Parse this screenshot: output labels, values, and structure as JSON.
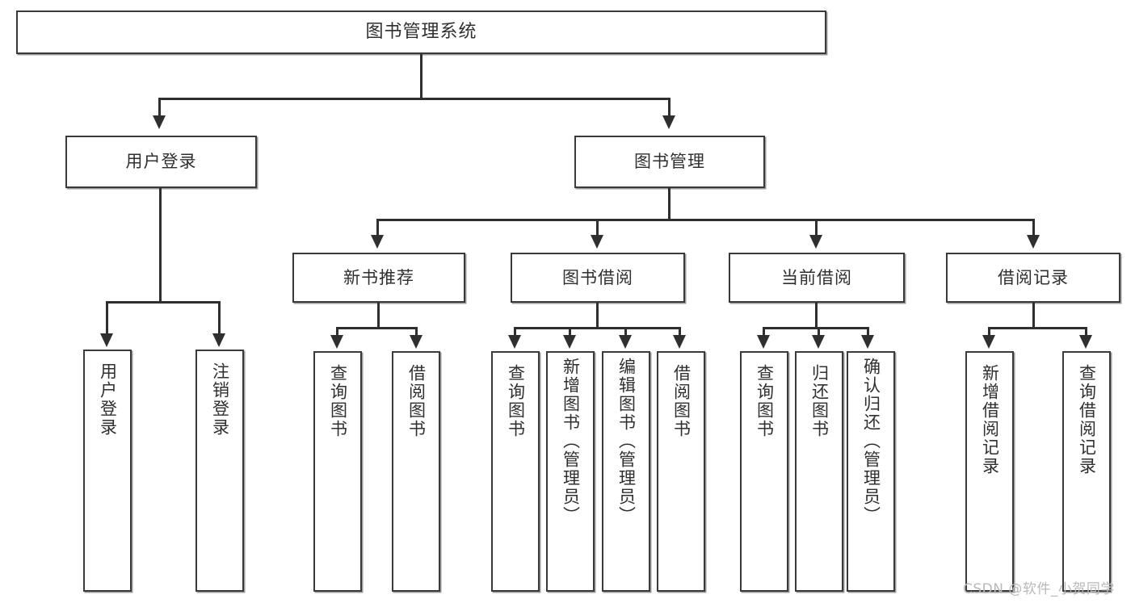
{
  "diagram": {
    "title": "图书管理系统",
    "type": "hierarchy-tree",
    "root": {
      "label": "图书管理系统"
    },
    "level2": [
      {
        "label": "用户登录"
      },
      {
        "label": "图书管理"
      }
    ],
    "level3": [
      {
        "label": "新书推荐"
      },
      {
        "label": "图书借阅"
      },
      {
        "label": "当前借阅"
      },
      {
        "label": "借阅记录"
      }
    ],
    "leaves": {
      "user_login": [
        {
          "label": "用户登录"
        },
        {
          "label": "注销登录"
        }
      ],
      "new_book_recommend": [
        {
          "label": "查询图书"
        },
        {
          "label": "借阅图书"
        }
      ],
      "book_borrow": [
        {
          "label": "查询图书"
        },
        {
          "label": "新增图书（管理员）"
        },
        {
          "label": "编辑图书（管理员）"
        },
        {
          "label": "借阅图书"
        }
      ],
      "current_borrow": [
        {
          "label": "查询图书"
        },
        {
          "label": "归还图书"
        },
        {
          "label": "确认归还（管理员）"
        }
      ],
      "borrow_record": [
        {
          "label": "新增借阅记录"
        },
        {
          "label": "查询借阅记录"
        }
      ]
    }
  },
  "watermark": {
    "text": "CSDN @软件_小贺同学"
  },
  "colors": {
    "box_border": "#3a3a3a",
    "connector": "#2f2f2f",
    "text": "#2f2f2f",
    "background": "#ffffff",
    "watermark": "#b9b9b9"
  }
}
